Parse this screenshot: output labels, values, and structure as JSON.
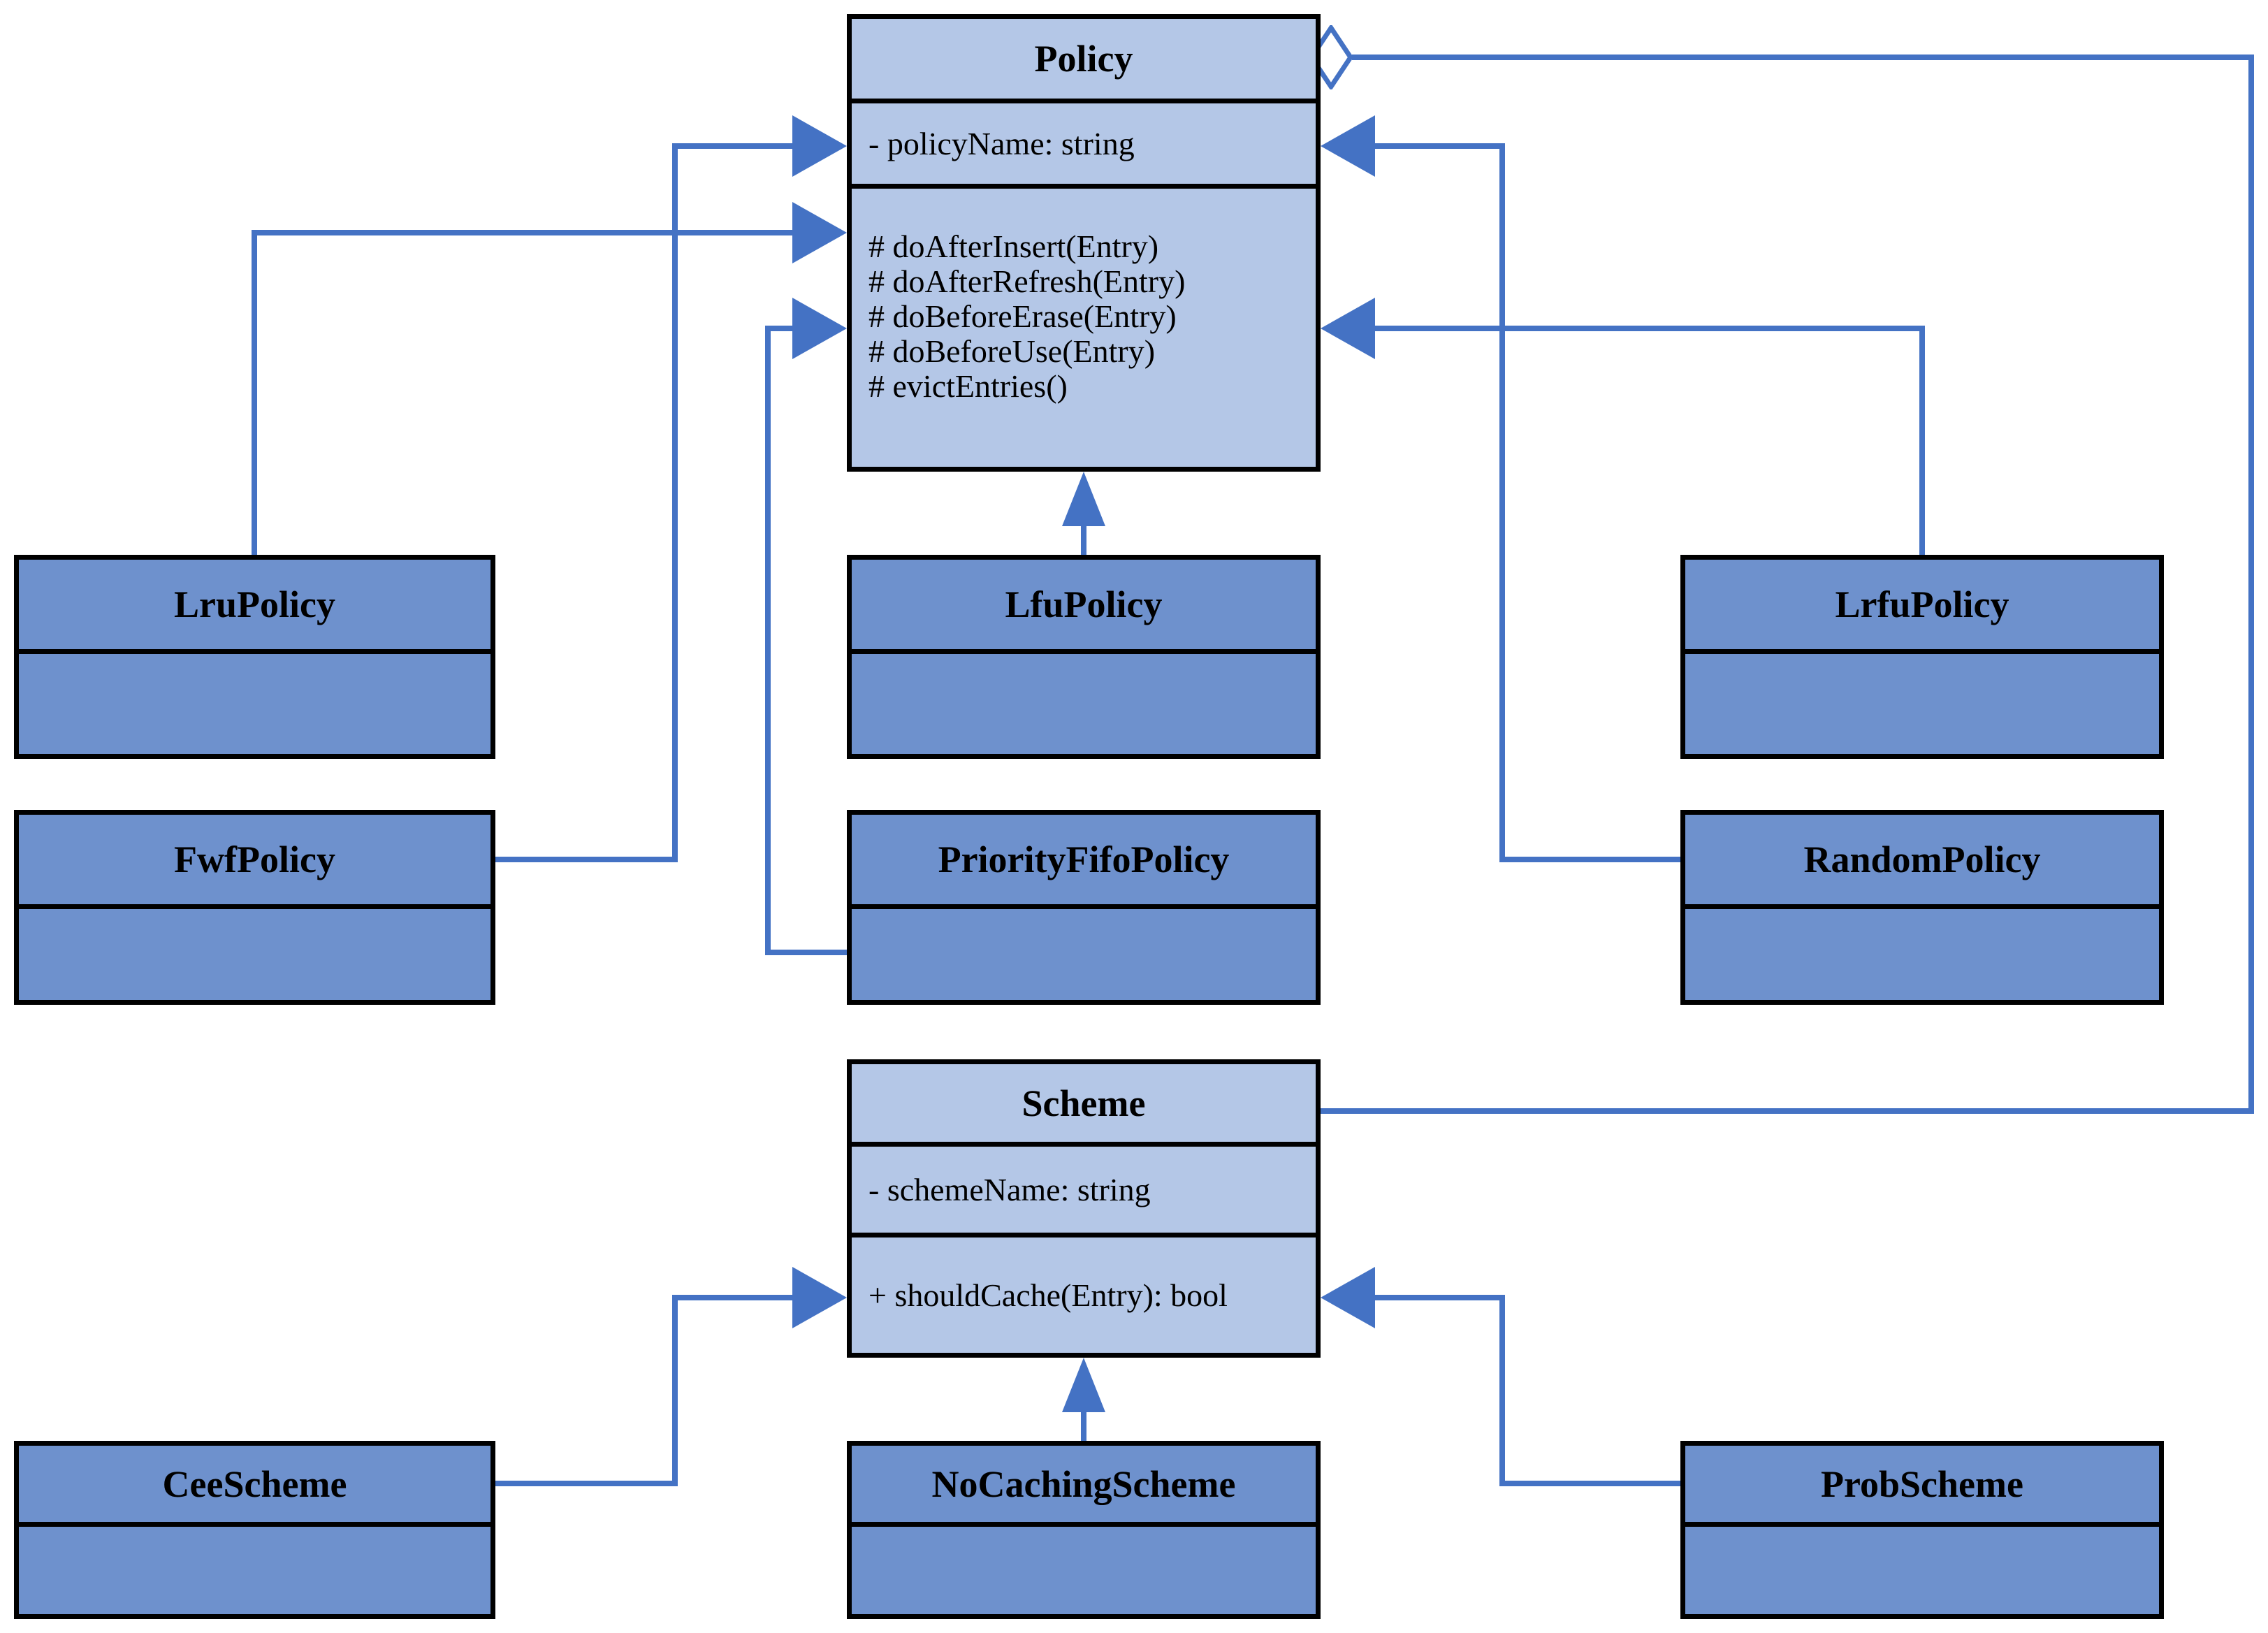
{
  "colors": {
    "parent_fill": "#B4C7E7",
    "child_fill": "#6E91CD",
    "connector": "#4472C4",
    "border": "#000000"
  },
  "classes": {
    "policy": {
      "name": "Policy",
      "attributes": [
        "- policyName: string"
      ],
      "methods": [
        "# doAfterInsert(Entry)",
        "# doAfterRefresh(Entry)",
        "# doBeforeErase(Entry)",
        "# doBeforeUse(Entry)",
        "# evictEntries()"
      ]
    },
    "lruPolicy": {
      "name": "LruPolicy"
    },
    "lfuPolicy": {
      "name": "LfuPolicy"
    },
    "lrfuPolicy": {
      "name": "LrfuPolicy"
    },
    "fwfPolicy": {
      "name": "FwfPolicy"
    },
    "priorityFifoPolicy": {
      "name": "PriorityFifoPolicy"
    },
    "randomPolicy": {
      "name": "RandomPolicy"
    },
    "scheme": {
      "name": "Scheme",
      "attributes": [
        "- schemeName: string"
      ],
      "methods": [
        "+ shouldCache(Entry): bool"
      ]
    },
    "ceeScheme": {
      "name": "CeeScheme"
    },
    "noCachingScheme": {
      "name": "NoCachingScheme"
    },
    "probScheme": {
      "name": "ProbScheme"
    }
  },
  "relationships": {
    "generalizations": [
      {
        "child": "LruPolicy",
        "parent": "Policy"
      },
      {
        "child": "FwfPolicy",
        "parent": "Policy"
      },
      {
        "child": "LfuPolicy",
        "parent": "Policy"
      },
      {
        "child": "PriorityFifoPolicy",
        "parent": "Policy"
      },
      {
        "child": "LrfuPolicy",
        "parent": "Policy"
      },
      {
        "child": "RandomPolicy",
        "parent": "Policy"
      },
      {
        "child": "CeeScheme",
        "parent": "Scheme"
      },
      {
        "child": "NoCachingScheme",
        "parent": "Scheme"
      },
      {
        "child": "ProbScheme",
        "parent": "Scheme"
      }
    ],
    "aggregations": [
      {
        "whole": "Policy",
        "part": "Scheme"
      }
    ]
  }
}
